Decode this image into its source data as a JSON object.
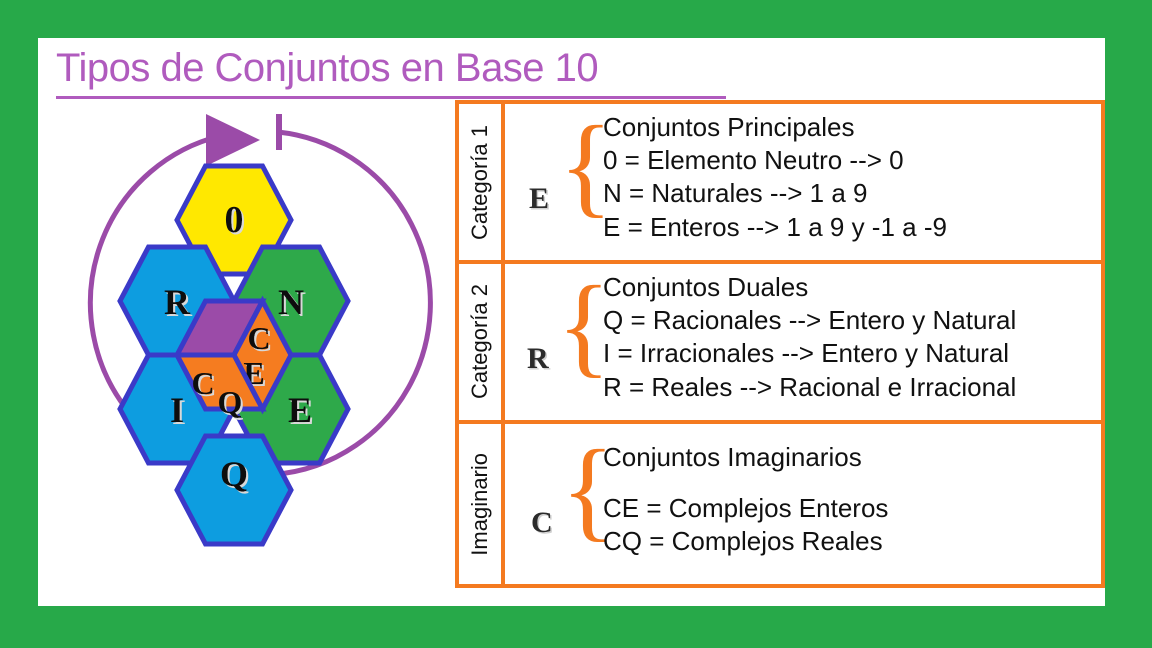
{
  "page": {
    "background_color": "#27A949",
    "panel_color": "#ffffff",
    "title": "Tipos de Conjuntos en Base 10",
    "title_color": "#B05BBE"
  },
  "diagram": {
    "name": "hexagon-set-diagram",
    "circle_color": "#9B4BA8",
    "hex_border_color": "#3A3AC8",
    "colors": {
      "yellow": "#FFE800",
      "blue": "#0D9DE0",
      "green": "#2EA94A",
      "orange": "#F57C20",
      "purple": "#9B4BA8"
    },
    "hexes": [
      {
        "id": "hex-zero",
        "label": "0",
        "color": "#FFE800"
      },
      {
        "id": "hex-r",
        "label": "R",
        "color": "#0D9DE0"
      },
      {
        "id": "hex-n",
        "label": "N",
        "color": "#2EA94A"
      },
      {
        "id": "hex-i",
        "label": "I",
        "color": "#0D9DE0"
      },
      {
        "id": "hex-e",
        "label": "E",
        "color": "#2EA94A"
      },
      {
        "id": "hex-q",
        "label": "Q",
        "color": "#0D9DE0"
      }
    ],
    "center": {
      "purple_facet": {
        "id": "facet-purple",
        "label": "",
        "color": "#9B4BA8"
      },
      "ce_facet": {
        "id": "facet-ce",
        "label": "CE",
        "color": "#F57C20"
      },
      "cq_facet": {
        "id": "facet-cq",
        "label": "CQ",
        "color": "#F57C20"
      }
    },
    "arrow": {
      "name": "circular-arrow",
      "color": "#9B4BA8",
      "direction": "clockwise"
    }
  },
  "table": {
    "border_color": "#F47A20",
    "brace_color": "#F47A20",
    "rows": [
      {
        "category": "Categoría 1",
        "section_title": "Conjuntos Principales",
        "symbol": "E",
        "items": [
          "0 = Elemento Neutro --> 0",
          "N = Naturales --> 1 a 9",
          "E = Enteros --> 1 a 9 y -1 a -9"
        ]
      },
      {
        "category": "Categoría 2",
        "section_title": "Conjuntos Duales",
        "symbol": "R",
        "items": [
          "Q = Racionales --> Entero y Natural",
          "I = Irracionales --> Entero y Natural",
          "R = Reales --> Racional e Irracional"
        ]
      },
      {
        "category": "Imaginario",
        "section_title": "Conjuntos Imaginarios",
        "symbol": "C",
        "items": [
          "CE = Complejos Enteros",
          "CQ = Complejos  Reales"
        ]
      }
    ]
  }
}
